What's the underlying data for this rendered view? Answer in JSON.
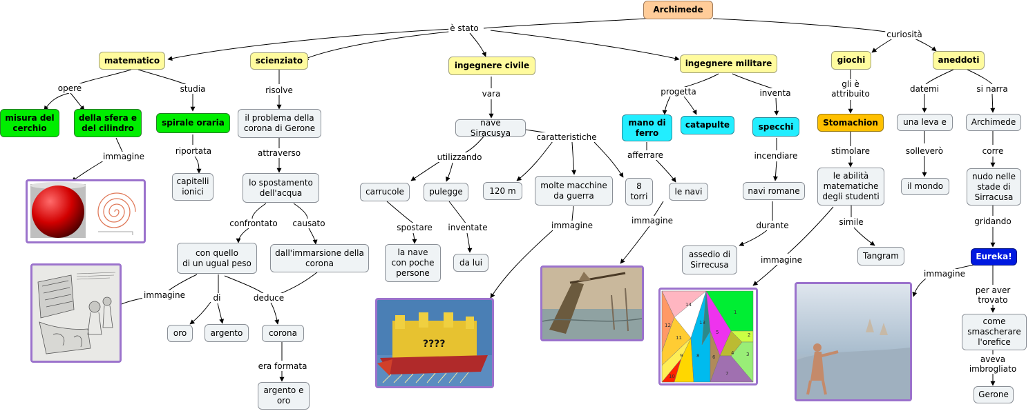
{
  "root": "Archimede",
  "nodes": {
    "matematico": "matematico",
    "scienziato": "scienziato",
    "ing_civile": "ingegnere civile",
    "ing_militare": "ingegnere militare",
    "giochi": "giochi",
    "aneddoti": "aneddoti",
    "misura": "misura del\ncerchio",
    "sfera": "della sfera e\ndel cilindro",
    "spirale": "spirale oraria",
    "capitelli": "capitelli\nionici",
    "problema": "il problema della\ncorona di Gerone",
    "spostamento": "lo spostamento\ndell'acqua",
    "con_quello": "con quello\ndi un ugual peso",
    "immarsione": "dall'immarsione della\ncorona",
    "oro": "oro",
    "argento": "argento",
    "corona": "corona",
    "argento_oro": "argento e\noro",
    "nave": "nave Siracusya",
    "carrucole": "carrucole",
    "pulegge": "pulegge",
    "nave_poche": "la nave\ncon poche\npersone",
    "da_lui": "da lui",
    "m120": "120 m",
    "macchine": "molte macchine\nda guerra",
    "torri": "8\ntorri",
    "mano": "mano di\nferro",
    "catapulte": "catapulte",
    "specchi": "specchi",
    "le_navi": "le navi",
    "navi_romane": "navi romane",
    "assedio": "assedio di\nSirrecusa",
    "stomachion": "Stomachion",
    "abilita": "le abilità\nmatematiche\ndegli studenti",
    "tangram": "Tangram",
    "leva": "una leva e",
    "mondo": "il mondo",
    "archimede2": "Archimede",
    "nudo": "nudo nelle\nstade di\nSirracusa",
    "eureka": "Eureka!",
    "smascherare": "come\nsmascherare\nl'orefice",
    "gerone": "Gerone"
  },
  "labels": {
    "e_stato": "è stato",
    "curiosita": "curiosità",
    "opere": "opere",
    "studia": "studia",
    "immagine1": "immagine",
    "riportata": "riportata",
    "risolve": "risolve",
    "attraverso": "attraverso",
    "confrontato": "confrontato",
    "causato": "causato",
    "immagine2": "immagine",
    "di": "di",
    "deduce": "deduce",
    "era_formata": "era formata",
    "vara": "vara",
    "utilizzando": "utilizzando",
    "caratteristiche": "caratteristiche",
    "spostare": "spostare",
    "inventate": "inventate",
    "immagine3": "immagine",
    "progetta": "progetta",
    "inventa": "inventa",
    "afferrare": "afferrare",
    "immagine4": "immagine",
    "incendiare": "incendiare",
    "durante": "durante",
    "attribuito": "gli è\nattribuito",
    "stimolare": "stimolare",
    "simile": "simile",
    "immagine5": "immagine",
    "datemi": "datemi",
    "sollevero": "solleverò",
    "si_narra": "si narra",
    "corre": "corre",
    "gridando": "gridando",
    "immagine6": "immagine",
    "per_aver": "per aver\ntrovato",
    "aveva": "aveva imbrogliato"
  },
  "image_text": {
    "ship": "????",
    "tangram_numbers": [
      "1",
      "2",
      "3",
      "4",
      "5",
      "6",
      "7",
      "8",
      "9",
      "10",
      "11",
      "12",
      "13",
      "14"
    ]
  },
  "colors": {
    "node_bg": "#eff3f5",
    "yellow": "#fffb9e",
    "orange": "#ffcc99",
    "green": "#00ee00",
    "cyan": "#22eeff",
    "gold": "#ffc000",
    "blue": "#0019e0",
    "image_border": "#9b72cc"
  }
}
